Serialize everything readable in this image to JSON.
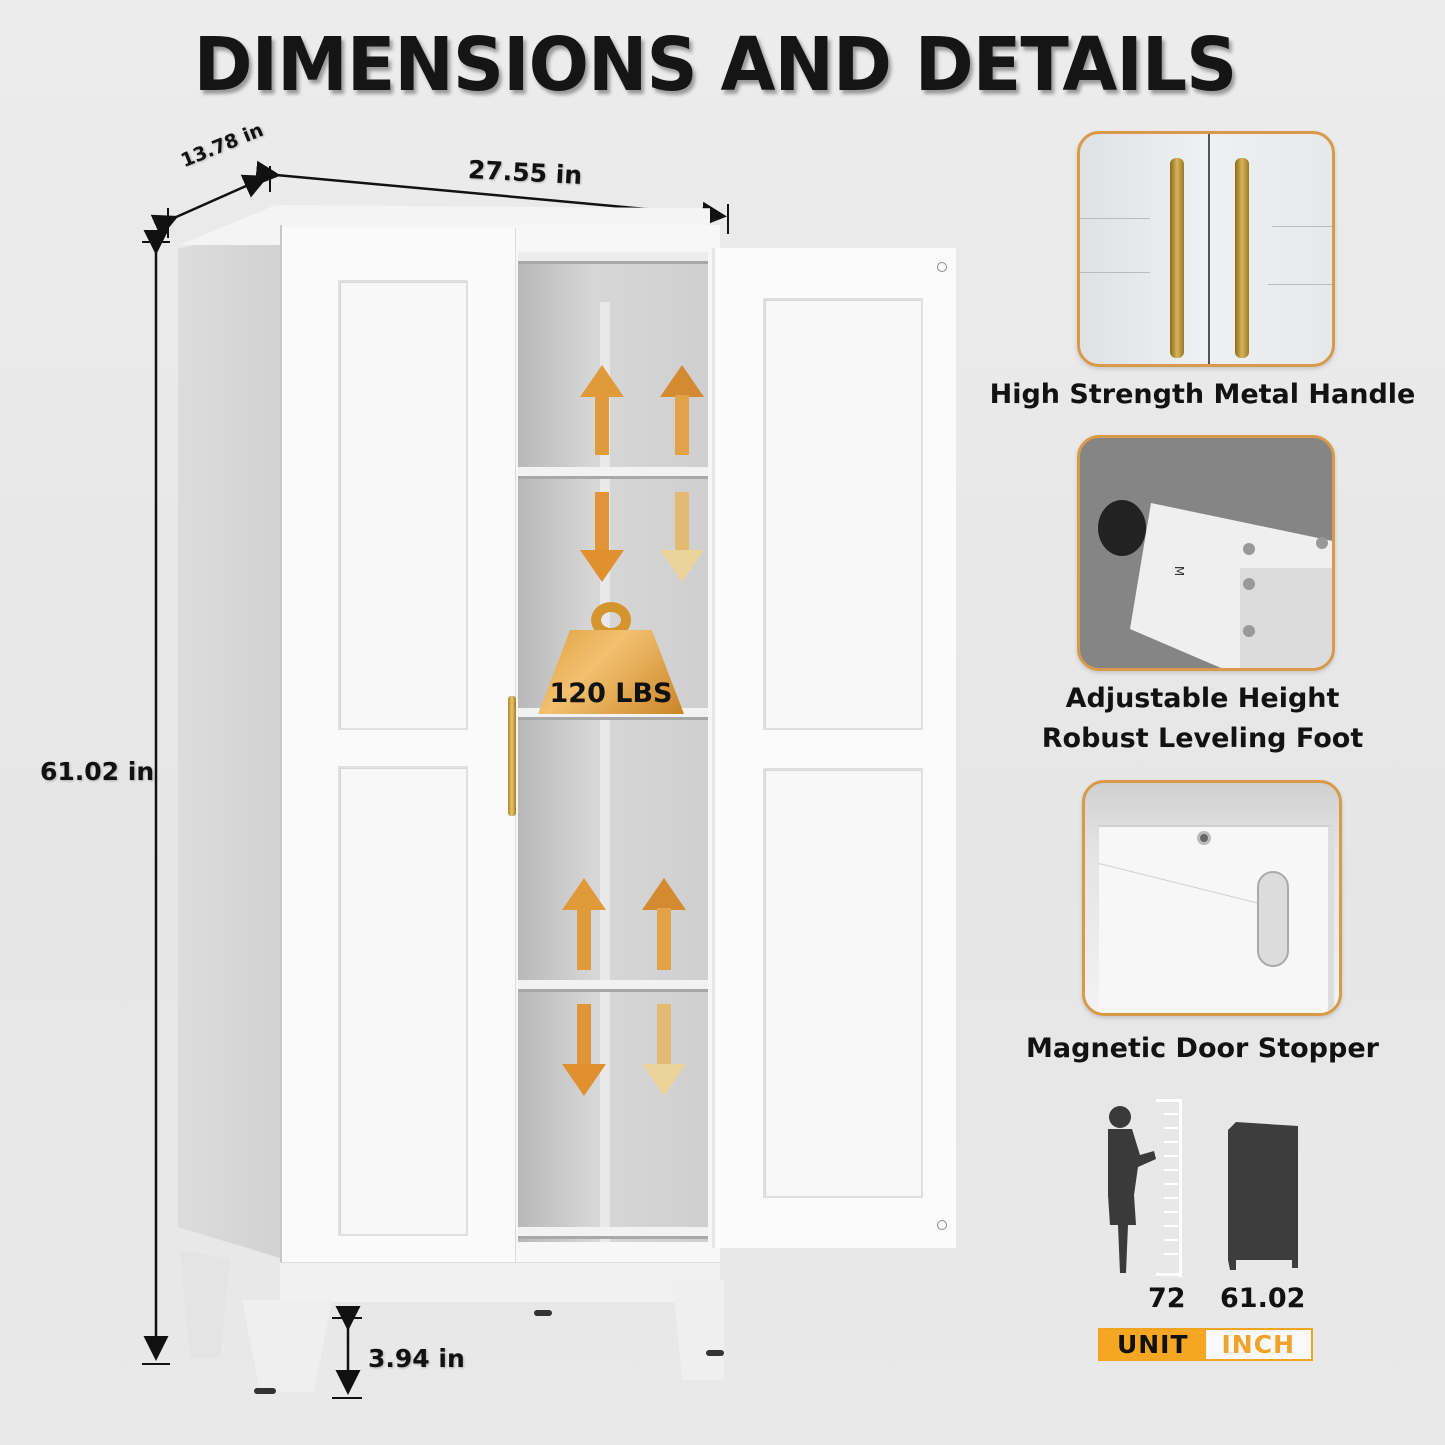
{
  "title": "DIMENSIONS AND DETAILS",
  "dimensions": {
    "depth": "13.78 in",
    "width": "27.55 in",
    "height": "61.02 in",
    "leg_height": "3.94 in"
  },
  "load_badge": {
    "icon": "weight-icon",
    "text": "120 LBS"
  },
  "shelf_arrows": {
    "icon": "up-down-arrows-icon",
    "color": "#e09a3a"
  },
  "features": [
    {
      "label": "High Strength Metal Handle",
      "icon": "gold-handle-photo"
    },
    {
      "label_line1": "Adjustable Height",
      "label_line2": "Robust Leveling Foot",
      "icon": "leveling-foot-photo"
    },
    {
      "label": "Magnetic Door Stopper",
      "icon": "magnetic-stopper-photo"
    }
  ],
  "scale_comparison": {
    "person_height": "72",
    "cabinet_height": "61.02",
    "unit_label": "UNIT",
    "unit_value": "INCH"
  },
  "colors": {
    "accent_gold": "#d89a4a",
    "unit_orange": "#f5a623",
    "background": "#e8e8e8"
  }
}
